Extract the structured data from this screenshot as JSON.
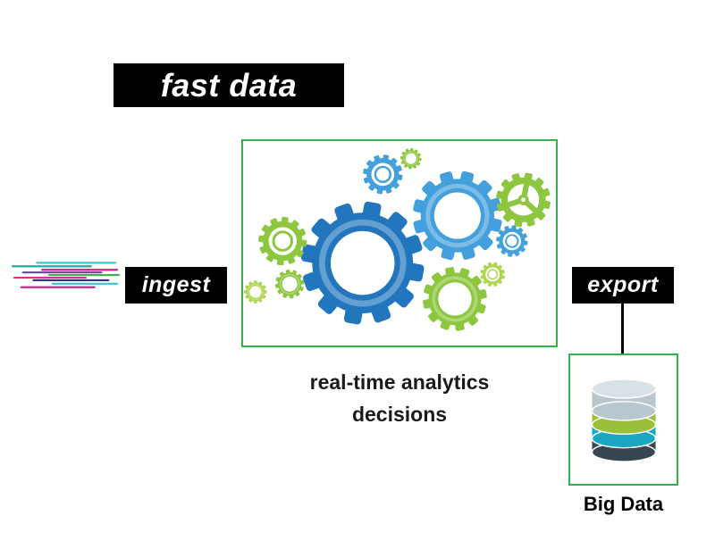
{
  "diagram": {
    "title": "fast data",
    "ingest_label": "ingest",
    "export_label": "export",
    "caption_line1": "real-time analytics",
    "caption_line2": "decisions",
    "big_data_label": "Big Data"
  },
  "icons": [
    {
      "name": "speed-lines-icon",
      "meaning": "fast incoming data streams"
    },
    {
      "name": "gears-icon",
      "meaning": "real-time processing gears"
    },
    {
      "name": "database-icon",
      "meaning": "big data storage cylinder"
    }
  ],
  "colors": {
    "banner-bg": "#000000",
    "banner-text": "#ffffff",
    "box-border": "#2eb34d",
    "gear-blue": "#2176bd",
    "gear-blue-light": "#44a0dc",
    "gear-green": "#8dc63f",
    "gear-green-light": "#aed54e",
    "db-top": "#d7e1e6",
    "db-gray": "#b8c6ce",
    "db-green": "#9cbf3b",
    "db-teal": "#1ba7c4",
    "db-dark": "#364751",
    "text": "#1a1a1a"
  }
}
